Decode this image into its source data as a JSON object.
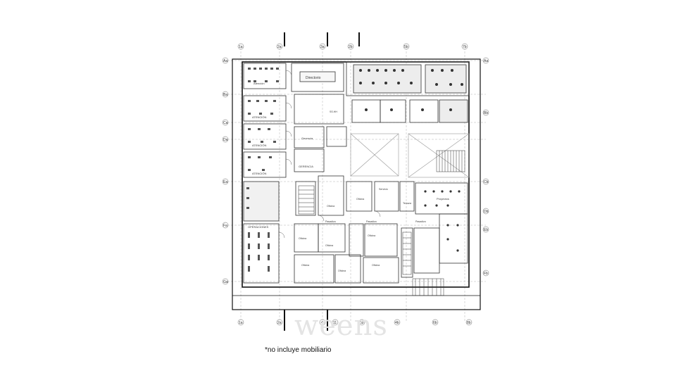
{
  "note": "*no incluye mobiliario",
  "watermark": "weens",
  "grid": {
    "columns_top": [
      "1a",
      "2a",
      "3a",
      "2b",
      "5b",
      "7b"
    ],
    "columns_bottom": [
      "1a",
      "2a",
      "4",
      "11",
      "3b",
      "4b",
      "6b",
      "8b"
    ],
    "rows_left": [
      "Aa",
      "Ba",
      "Ca",
      "Da",
      "Ea",
      "Fa",
      "Ga"
    ],
    "rows_right": [
      "Aa",
      "Bb",
      "Cb",
      "Db",
      "Eb",
      "Fb"
    ]
  },
  "rooms": {
    "directorio": "Directorio",
    "atencion_1": "Atención",
    "atencion_2": "ATENCIÓN",
    "atencion_3": "ATENCIÓN",
    "atencion_4": "ATENCIÓN",
    "gerencia": "GERENCIA",
    "gerencia_2": "Gerencia",
    "oficina_1": "Oficina",
    "oficina_2": "Oficina",
    "oficina_3": "Oficina",
    "oficina_4": "Oficina",
    "oficina_5": "Oficina",
    "oficina_6": "Oficina",
    "oficina_7": "Oficina",
    "oficina_8": "Oficina",
    "servicio": "Servicio",
    "proyectos": "Proyectos",
    "operaciones": "OPERACIONES",
    "pasadizo_1": "Pasadizo",
    "pasadizo_2": "Pasadizo",
    "pasadizo_3": "Pasadizo",
    "sshh": "SS.HH",
    "terraza": "Terraza"
  }
}
